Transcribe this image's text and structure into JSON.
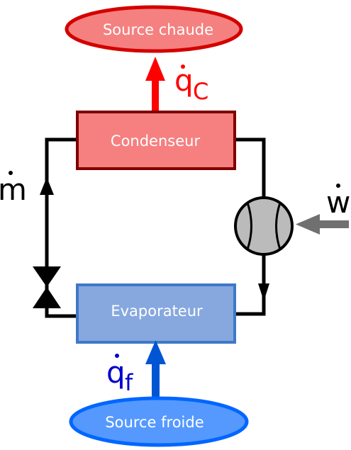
{
  "nodes": {
    "hot_source": {
      "label": "Source chaude",
      "fill": "#f58080",
      "stroke": "#d40000",
      "text_color": "#ffffff"
    },
    "condenser": {
      "label": "Condenseur",
      "fill": "#f67f80",
      "stroke": "#7f0000",
      "text_color": "#ffffff"
    },
    "evaporator": {
      "label": "Evaporateur",
      "fill": "#87a8de",
      "stroke": "#3f78c8",
      "text_color": "#ffffff"
    },
    "cold_source": {
      "label": "Source froide",
      "fill": "#5599ff",
      "stroke": "#0066ff",
      "text_color": "#ffffff"
    },
    "compressor": {
      "fill": "#bbbbbb",
      "stroke": "#000000"
    },
    "expansion_valve": {
      "fill": "#000000"
    }
  },
  "symbols": {
    "q_hot": {
      "base": "q",
      "subscript": "C",
      "color": "#ff0000"
    },
    "q_cold": {
      "base": "q",
      "subscript": "f",
      "color": "#0000cc"
    },
    "work": {
      "base": "w",
      "color": "#000000"
    },
    "mass_flow": {
      "base": "m",
      "color": "#000000"
    }
  },
  "arrows": {
    "hot_flow_color": "#ff0000",
    "cold_flow_color": "#0055d4",
    "work_color": "#707070",
    "circuit_color": "#000000"
  }
}
